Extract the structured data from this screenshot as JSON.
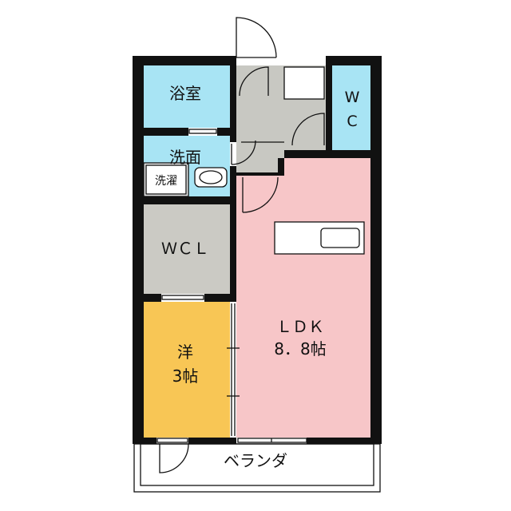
{
  "floorplan": {
    "rooms": {
      "bath": "浴室",
      "wc_line1": "W",
      "wc_line2": "C",
      "washroom": "洗面",
      "laundry": "洗濯",
      "wcl": "ＷＣＬ",
      "western_line1": "洋",
      "western_line2": "3帖",
      "ldk_line1": "ＬＤＫ",
      "ldk_line2": "8．8帖",
      "balcony": "ベランダ"
    },
    "colors": {
      "wall": "#111111",
      "bath_blue": "#a8e4f4",
      "ldk_pink": "#f7c6c8",
      "western_orange": "#f8c655",
      "storage_gray": "#cbcac4",
      "entry_gray": "#c8c8c2"
    }
  }
}
